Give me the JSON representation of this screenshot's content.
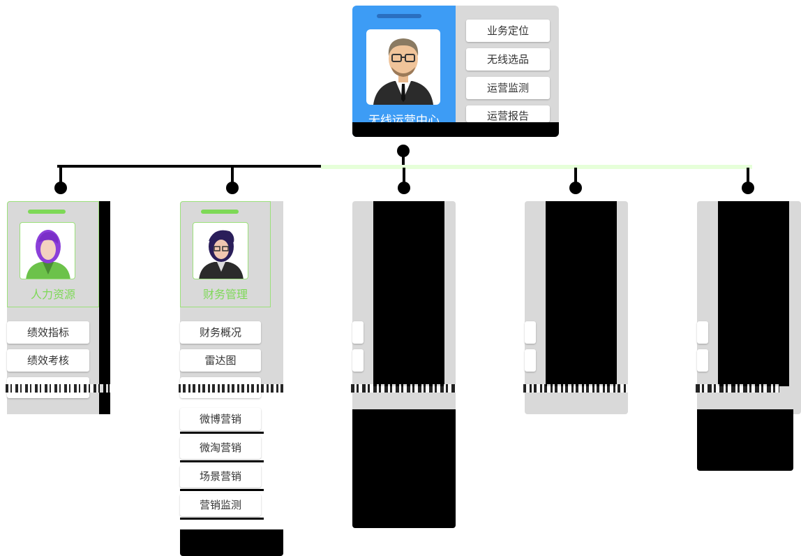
{
  "root": {
    "title": "无线运营中心",
    "buttons": [
      "业务定位",
      "无线选品",
      "运营监测",
      "运营报告"
    ],
    "accent": "#3d9cf5"
  },
  "children": [
    {
      "title": "人力资源",
      "accent": "#7ed957",
      "buttons": [
        "绩效指标",
        "绩效考核"
      ]
    },
    {
      "title": "财务管理",
      "accent": "#7ed957",
      "buttons": [
        "财务概况",
        "雷达图",
        "微博营销",
        "微淘营销",
        "场景营销",
        "营销监测"
      ]
    }
  ]
}
